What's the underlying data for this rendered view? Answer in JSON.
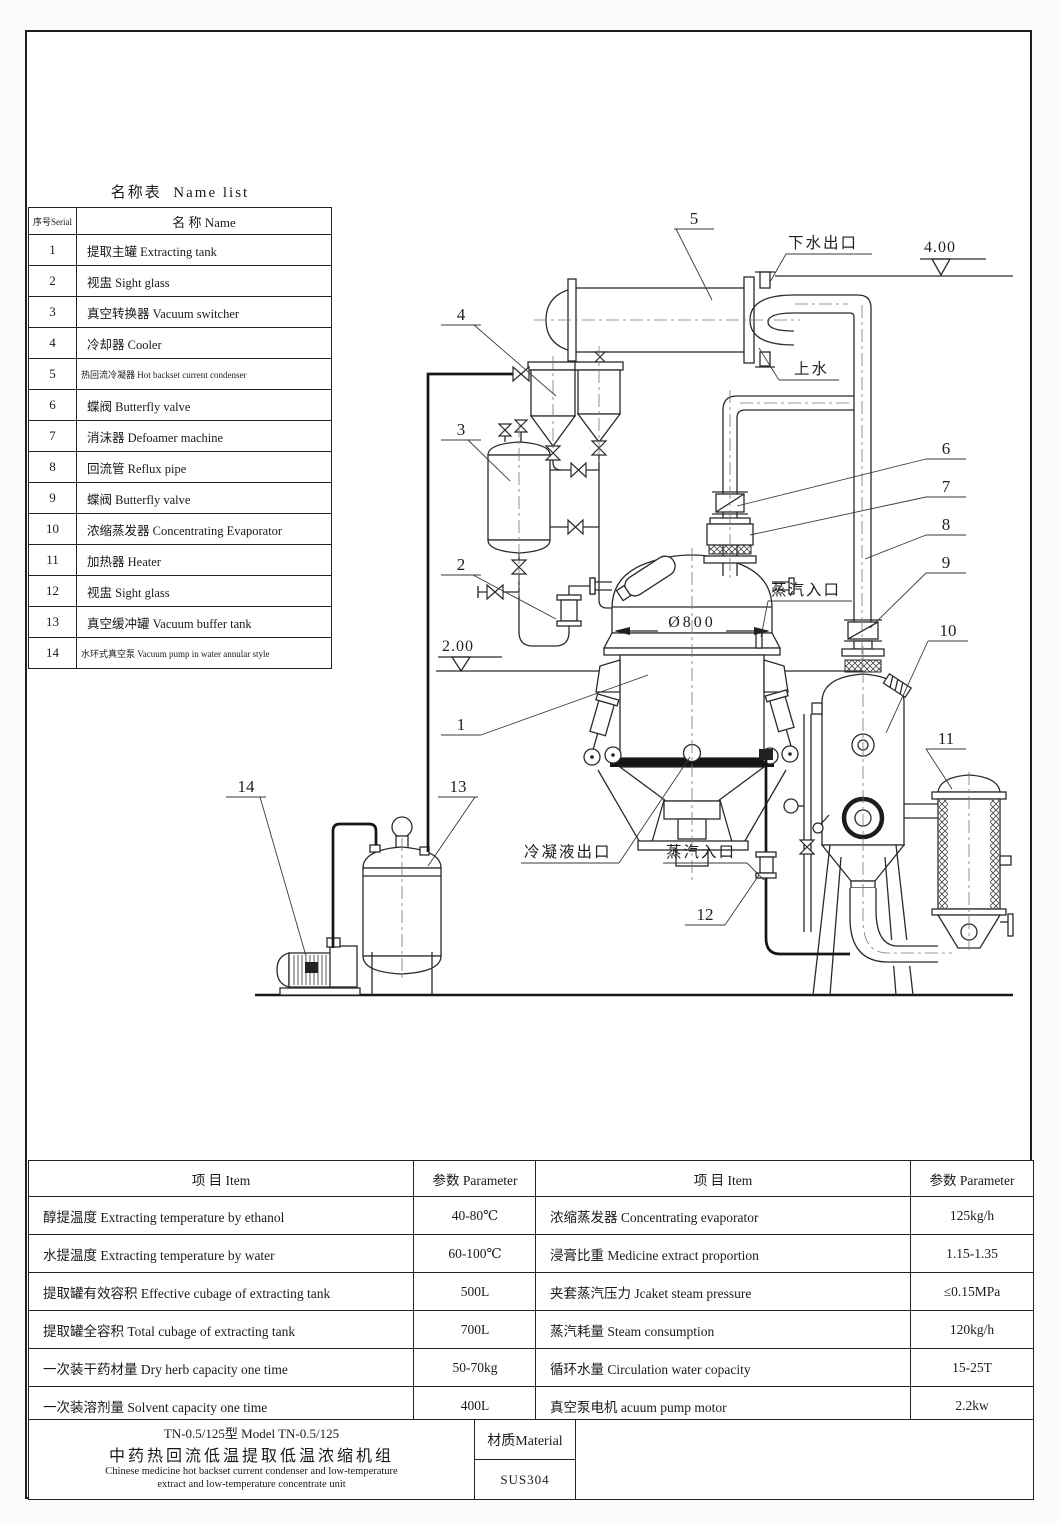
{
  "name_list": {
    "title": "名称表  Name list",
    "header_serial": "序号Serial",
    "header_name": "名   称  Name",
    "rows": [
      {
        "serial": "1",
        "name": "提取主罐 Extracting tank"
      },
      {
        "serial": "2",
        "name": "视盅 Sight glass"
      },
      {
        "serial": "3",
        "name": "真空转换器 Vacuum switcher"
      },
      {
        "serial": "4",
        "name": "冷却器 Cooler"
      },
      {
        "serial": "5",
        "name": "热回流冷凝器 Hot backset current condenser"
      },
      {
        "serial": "6",
        "name": "蝶阀 Butterfly valve"
      },
      {
        "serial": "7",
        "name": "消沫器 Defoamer machine"
      },
      {
        "serial": "8",
        "name": "回流管 Reflux pipe"
      },
      {
        "serial": "9",
        "name": "蝶阀 Butterfly valve"
      },
      {
        "serial": "10",
        "name": "浓缩蒸发器 Concentrating Evaporator"
      },
      {
        "serial": "11",
        "name": "加热器 Heater"
      },
      {
        "serial": "12",
        "name": "视盅 Sight glass"
      },
      {
        "serial": "13",
        "name": "真空缓冲罐 Vacuum buffer tank"
      },
      {
        "serial": "14",
        "name": "水环式真空泵 Vacuum pump in water annular style"
      }
    ]
  },
  "diagram": {
    "part_numbers": {
      "n1": "1",
      "n2": "2",
      "n3": "3",
      "n4": "4",
      "n5": "5",
      "n6": "6",
      "n7": "7",
      "n8": "8",
      "n9": "9",
      "n10": "10",
      "n11": "11",
      "n12": "12",
      "n13": "13",
      "n14": "14"
    },
    "annotations": {
      "drain_outlet": "下水出口",
      "water_supply": "上水",
      "steam_inlet_top": "蒸汽入口",
      "steam_inlet_bottom": "蒸汽入口",
      "condensate_outlet": "冷凝液出口",
      "diameter": "Ø800",
      "elevation_top": "4.00",
      "elevation_mid": "2.00"
    }
  },
  "parameters_left": {
    "header_item": "项    目  Item",
    "header_param": "参数 Parameter",
    "rows": [
      {
        "item": "醇提温度 Extracting temperature by ethanol",
        "param": "40-80℃"
      },
      {
        "item": "水提温度 Extracting temperature by water",
        "param": "60-100℃"
      },
      {
        "item": "提取罐有效容积 Effective cubage of extracting tank",
        "param": "500L"
      },
      {
        "item": "提取罐全容积 Total cubage of extracting tank",
        "param": "700L"
      },
      {
        "item": "一次装干药材量 Dry herb capacity one time",
        "param": "50-70kg"
      },
      {
        "item": "一次装溶剂量 Solvent capacity one time",
        "param": "400L"
      }
    ]
  },
  "parameters_right": {
    "header_item": "项    目  Item",
    "header_param": "参数 Parameter",
    "rows": [
      {
        "item": "浓缩蒸发器 Concentrating evaporator",
        "param": "125kg/h"
      },
      {
        "item": "浸膏比重 Medicine extract proportion",
        "param": "1.15-1.35"
      },
      {
        "item": "夹套蒸汽压力 Jcaket steam pressure",
        "param": "≤0.15MPa"
      },
      {
        "item": "蒸汽耗量 Steam consumption",
        "param": "120kg/h"
      },
      {
        "item": "循环水量 Circulation water copacity",
        "param": "15-25T"
      },
      {
        "item": "真空泵电机 acuum pump motor",
        "param": "2.2kw"
      }
    ]
  },
  "title_block": {
    "model_line": "TN-0.5/125型 Model TN-0.5/125",
    "cn_title": "中药热回流低温提取低温浓缩机组",
    "en_title_1": "Chinese medicine hot backset current condenser and low-temperature",
    "en_title_2": "extract and low-temperature concentrate unit",
    "material_label": "材质Material",
    "material_value": "SUS304"
  }
}
